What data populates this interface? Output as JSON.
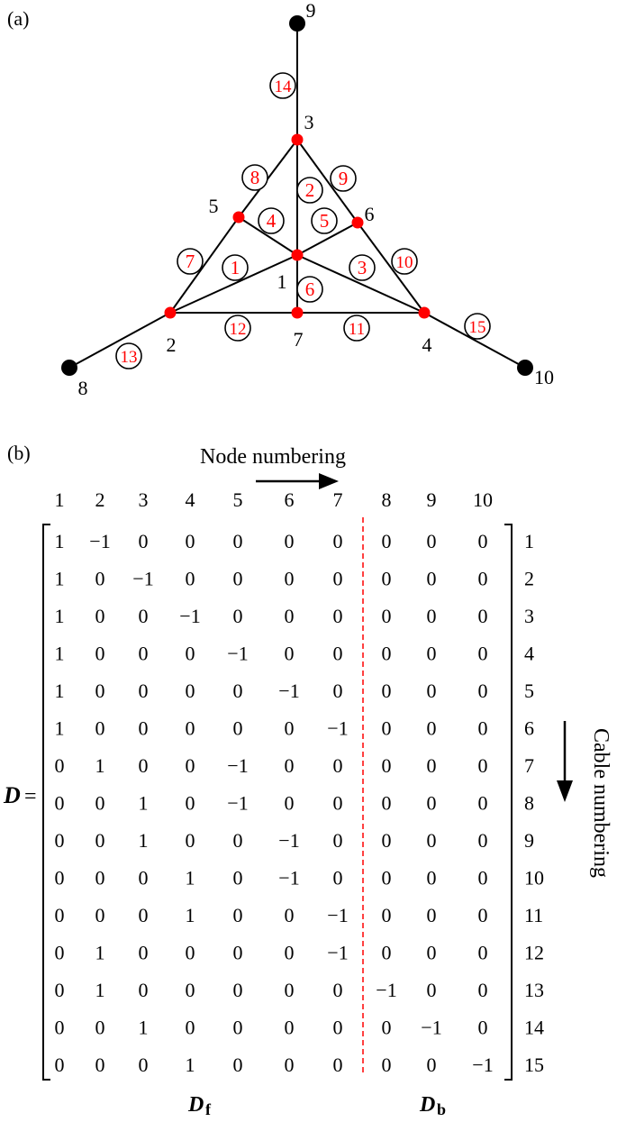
{
  "panel_a": {
    "label": "(a)",
    "nodes": [
      {
        "id": "1",
        "label": "1",
        "kind": "free"
      },
      {
        "id": "2",
        "label": "2",
        "kind": "free"
      },
      {
        "id": "3",
        "label": "3",
        "kind": "free"
      },
      {
        "id": "4",
        "label": "4",
        "kind": "free"
      },
      {
        "id": "5",
        "label": "5",
        "kind": "free"
      },
      {
        "id": "6",
        "label": "6",
        "kind": "free"
      },
      {
        "id": "7",
        "label": "7",
        "kind": "free"
      },
      {
        "id": "8",
        "label": "8",
        "kind": "fixed"
      },
      {
        "id": "9",
        "label": "9",
        "kind": "fixed"
      },
      {
        "id": "10",
        "label": "10",
        "kind": "fixed"
      }
    ],
    "cables": [
      {
        "id": "1",
        "label": "1",
        "from": "1",
        "to": "2"
      },
      {
        "id": "2",
        "label": "2",
        "from": "1",
        "to": "3"
      },
      {
        "id": "3",
        "label": "3",
        "from": "1",
        "to": "4"
      },
      {
        "id": "4",
        "label": "4",
        "from": "1",
        "to": "5"
      },
      {
        "id": "5",
        "label": "5",
        "from": "1",
        "to": "6"
      },
      {
        "id": "6",
        "label": "6",
        "from": "1",
        "to": "7"
      },
      {
        "id": "7",
        "label": "7",
        "from": "2",
        "to": "5"
      },
      {
        "id": "8",
        "label": "8",
        "from": "3",
        "to": "5"
      },
      {
        "id": "9",
        "label": "9",
        "from": "3",
        "to": "6"
      },
      {
        "id": "10",
        "label": "10",
        "from": "4",
        "to": "6"
      },
      {
        "id": "11",
        "label": "11",
        "from": "4",
        "to": "7"
      },
      {
        "id": "12",
        "label": "12",
        "from": "2",
        "to": "7"
      },
      {
        "id": "13",
        "label": "13",
        "from": "2",
        "to": "8"
      },
      {
        "id": "14",
        "label": "14",
        "from": "3",
        "to": "9"
      },
      {
        "id": "15",
        "label": "15",
        "from": "4",
        "to": "10"
      }
    ],
    "colors": {
      "free_node": "#ff0000",
      "fixed_node": "#000000",
      "cable_label": "#ff0000",
      "line": "#000000"
    }
  },
  "panel_b": {
    "label": "(b)",
    "node_numbering_label": "Node numbering",
    "cable_numbering_label": "Cable numbering",
    "matrix_symbol": "D",
    "equals": "=",
    "df_label": "D",
    "df_sub": "f",
    "db_label": "D",
    "db_sub": "b",
    "column_headers": [
      "1",
      "2",
      "3",
      "4",
      "5",
      "6",
      "7",
      "8",
      "9",
      "10"
    ],
    "row_labels": [
      "1",
      "2",
      "3",
      "4",
      "5",
      "6",
      "7",
      "8",
      "9",
      "10",
      "11",
      "12",
      "13",
      "14",
      "15"
    ],
    "matrix": [
      [
        "1",
        "−1",
        "0",
        "0",
        "0",
        "0",
        "0",
        "0",
        "0",
        "0"
      ],
      [
        "1",
        "0",
        "−1",
        "0",
        "0",
        "0",
        "0",
        "0",
        "0",
        "0"
      ],
      [
        "1",
        "0",
        "0",
        "−1",
        "0",
        "0",
        "0",
        "0",
        "0",
        "0"
      ],
      [
        "1",
        "0",
        "0",
        "0",
        "−1",
        "0",
        "0",
        "0",
        "0",
        "0"
      ],
      [
        "1",
        "0",
        "0",
        "0",
        "0",
        "−1",
        "0",
        "0",
        "0",
        "0"
      ],
      [
        "1",
        "0",
        "0",
        "0",
        "0",
        "0",
        "−1",
        "0",
        "0",
        "0"
      ],
      [
        "0",
        "1",
        "0",
        "0",
        "−1",
        "0",
        "0",
        "0",
        "0",
        "0"
      ],
      [
        "0",
        "0",
        "1",
        "0",
        "−1",
        "0",
        "0",
        "0",
        "0",
        "0"
      ],
      [
        "0",
        "0",
        "1",
        "0",
        "0",
        "−1",
        "0",
        "0",
        "0",
        "0"
      ],
      [
        "0",
        "0",
        "0",
        "1",
        "0",
        "−1",
        "0",
        "0",
        "0",
        "0"
      ],
      [
        "0",
        "0",
        "0",
        "1",
        "0",
        "0",
        "−1",
        "0",
        "0",
        "0"
      ],
      [
        "0",
        "1",
        "0",
        "0",
        "0",
        "0",
        "−1",
        "0",
        "0",
        "0"
      ],
      [
        "0",
        "1",
        "0",
        "0",
        "0",
        "0",
        "0",
        "−1",
        "0",
        "0"
      ],
      [
        "0",
        "0",
        "1",
        "0",
        "0",
        "0",
        "0",
        "0",
        "−1",
        "0"
      ],
      [
        "0",
        "0",
        "0",
        "1",
        "0",
        "0",
        "0",
        "0",
        "0",
        "−1"
      ]
    ],
    "colors": {
      "divider": "#ff0000",
      "text": "#000000"
    }
  }
}
